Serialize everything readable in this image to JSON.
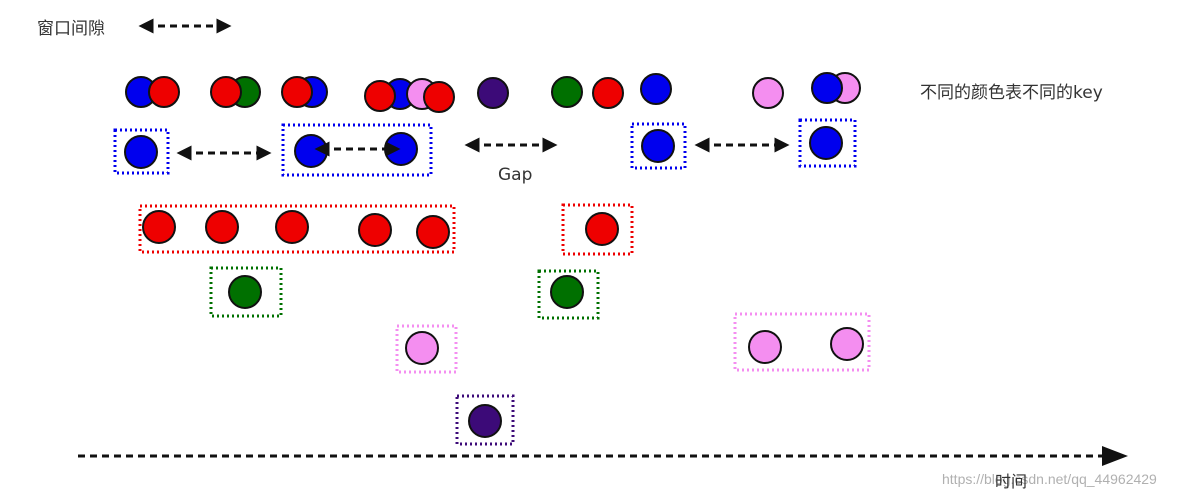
{
  "labels": {
    "window_gap": "窗口间隙",
    "color_key": "不同的颜色表不同的key",
    "gap": "Gap",
    "time": "时间"
  },
  "watermark": "https://blog.csdn.net/qq_44962429",
  "colors": {
    "blue": "#0000ee",
    "red": "#ee0000",
    "green": "#007000",
    "pink": "#f48ef0",
    "purple": "#3c0a78",
    "outline": "#111111"
  },
  "icons": [
    "double-arrow-icon",
    "time-axis-arrow-icon"
  ]
}
